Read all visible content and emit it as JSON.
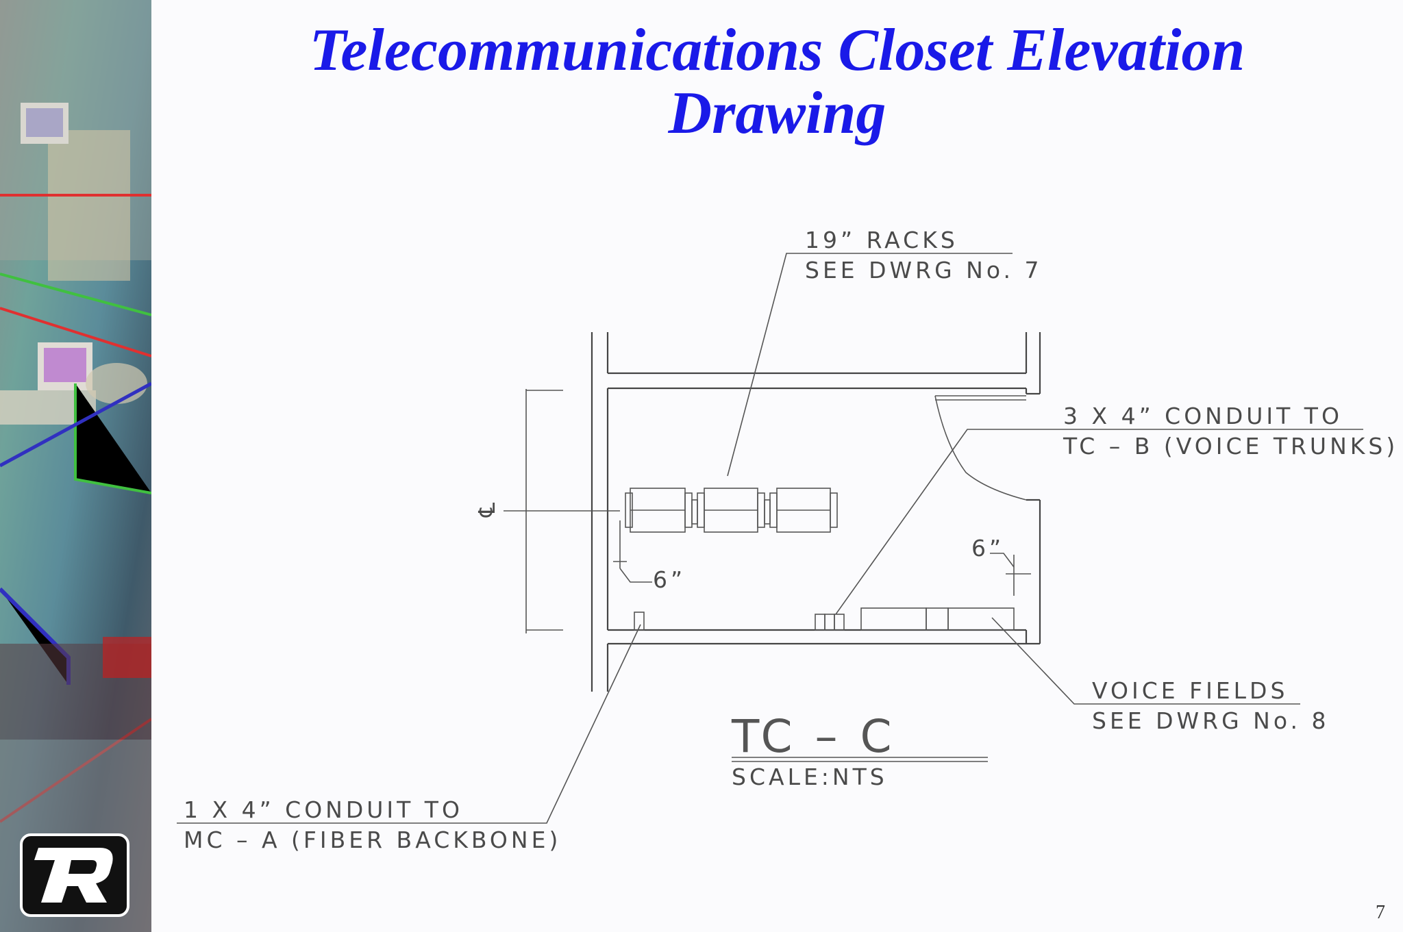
{
  "slide": {
    "title_line1": "Telecommunications Closet Elevation",
    "title_line2": "Drawing",
    "page_number": "7"
  },
  "drawing": {
    "racks_label_1": "19” RACKS",
    "racks_label_2": "SEE DWRG No. 7",
    "conduit_tc_b_1": "3 X 4” CONDUIT TO",
    "conduit_tc_b_2": "TC – B (VOICE TRUNKS)",
    "clearance_left": "6”",
    "clearance_right": "6”",
    "voice_fields_1": "VOICE FIELDS",
    "voice_fields_2": "SEE DWRG No. 8",
    "room_id": "TC – C",
    "scale": "SCALE:NTS",
    "conduit_mc_a_1": "1 X 4” CONDUIT TO",
    "conduit_mc_a_2": "MC – A (FIBER BACKBONE)",
    "centerline_symbol": "℄"
  },
  "colors": {
    "title": "#1a1ae8",
    "line": "#555555"
  },
  "icons": [
    "logo-r-icon"
  ]
}
